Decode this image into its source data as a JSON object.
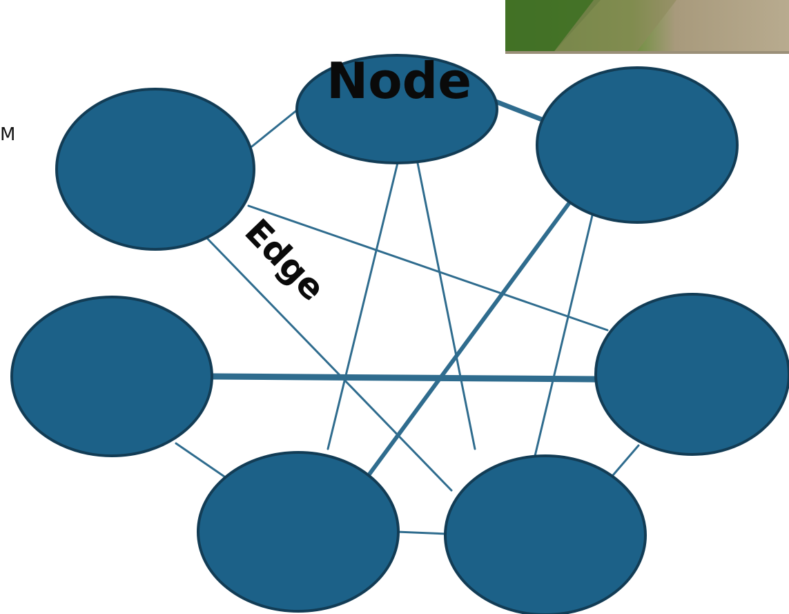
{
  "labels": {
    "node": "Node",
    "edge": "Edge",
    "side_letter": "M"
  },
  "colors": {
    "node_fill": "#1c6188",
    "node_stroke": "#123c55",
    "edge_color": "#2f6c8e",
    "background": "#ffffff"
  },
  "photo": {
    "description_icon": "grass-and-sand-photo"
  }
}
